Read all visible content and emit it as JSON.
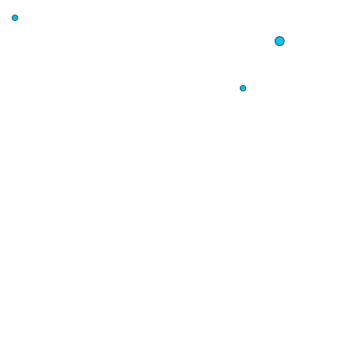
{
  "canvas": {
    "background_color": "#ffffff",
    "dot_fill_color": "#00c8f5",
    "dot_stroke_color": "#1a1a1a",
    "dots": [
      {
        "icon": "circle-dot-small"
      },
      {
        "icon": "circle-dot-large"
      },
      {
        "icon": "circle-dot-small"
      }
    ]
  }
}
